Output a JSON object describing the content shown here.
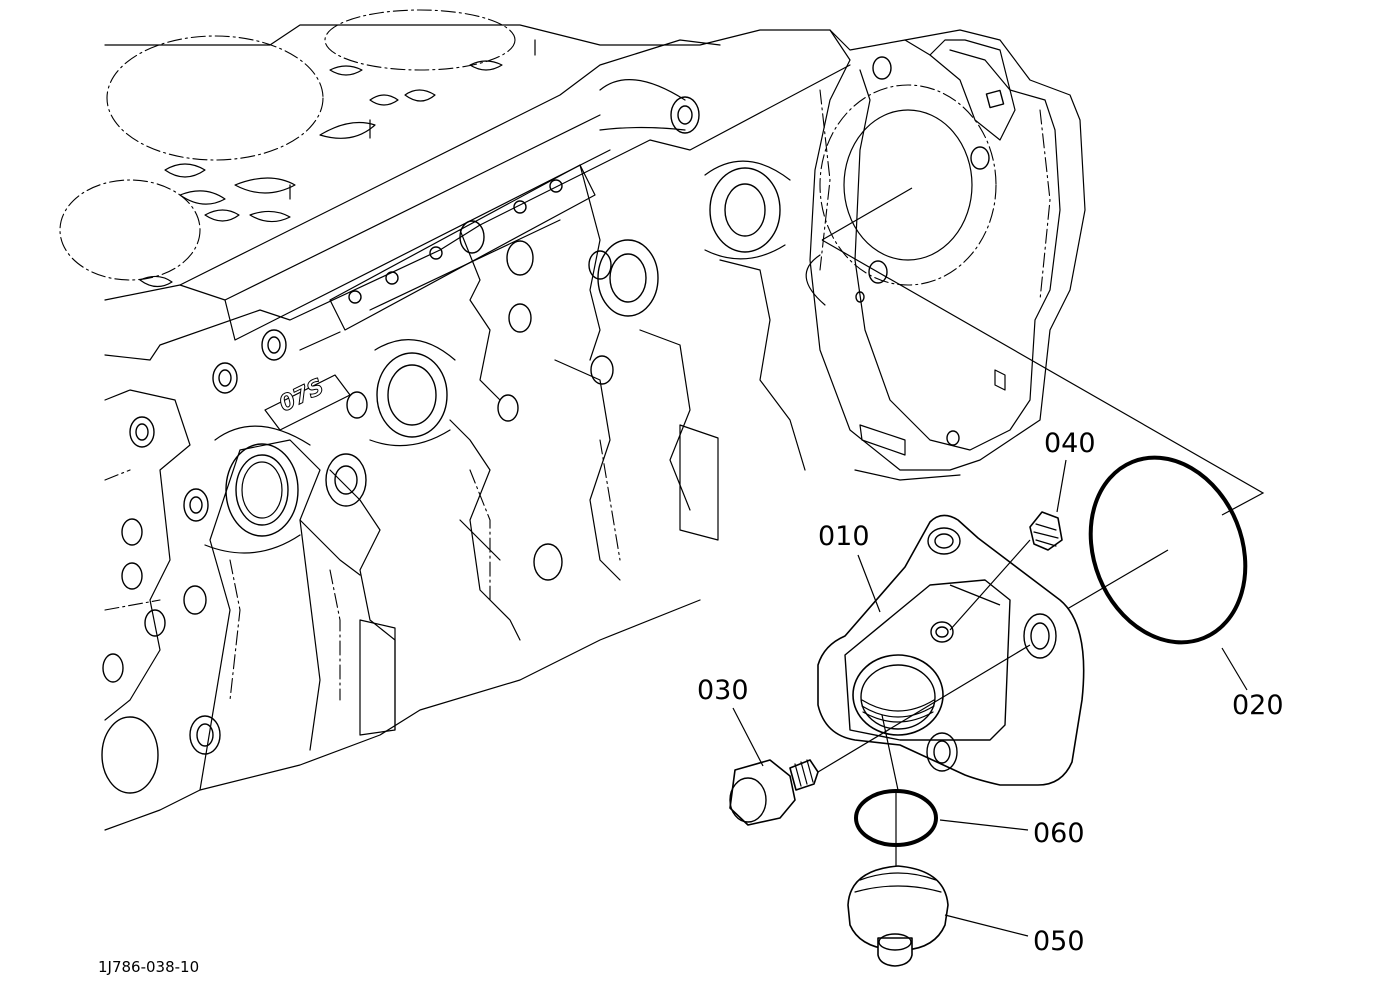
{
  "diagram": {
    "callouts": [
      {
        "id": "010",
        "label": "010"
      },
      {
        "id": "020",
        "label": "020"
      },
      {
        "id": "030",
        "label": "030"
      },
      {
        "id": "040",
        "label": "040"
      },
      {
        "id": "050",
        "label": "050"
      },
      {
        "id": "060",
        "label": "060"
      }
    ],
    "casting_mark": "07S",
    "figure_number": "1J786-038-10"
  }
}
